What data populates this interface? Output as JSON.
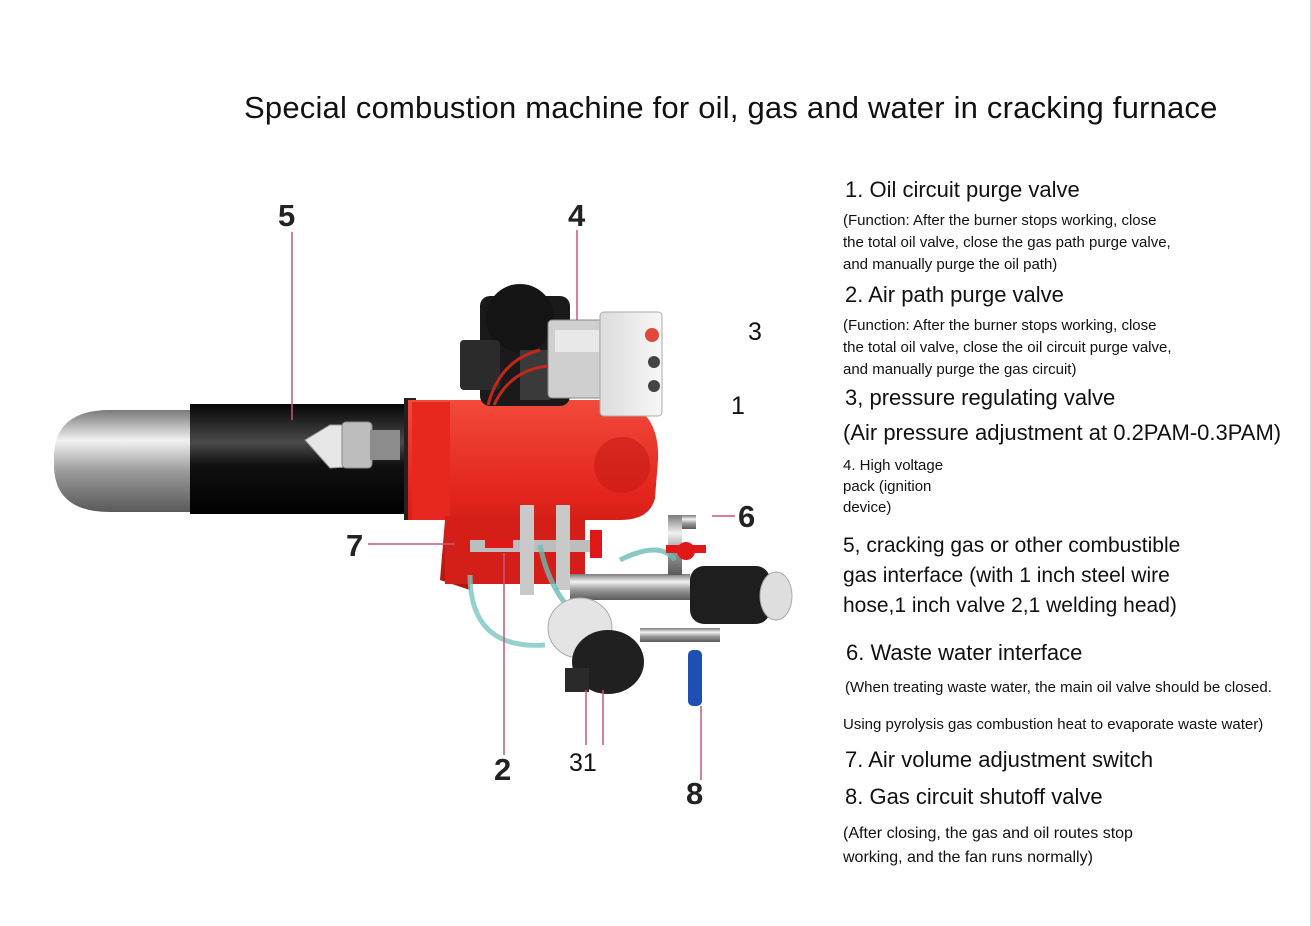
{
  "title": "Special combustion machine for oil, gas and water in cracking furnace",
  "callouts": {
    "n5": "5",
    "n4": "4",
    "n3": "3",
    "n1": "1",
    "n6": "6",
    "n7": "7",
    "n2": "2",
    "n31": "31",
    "n8": "8"
  },
  "labels": {
    "l1_heading": "1. Oil circuit purge valve",
    "l1_desc": "(Function: After the burner stops working, close the total oil valve, close the gas path purge valve, and manually purge the oil path)",
    "l2_heading": "2. Air path purge valve",
    "l2_desc": "(Function: After the burner stops working, close the total oil valve, close the oil circuit purge valve, and manually purge the gas circuit)",
    "l3_heading": "3, pressure regulating valve",
    "l3_desc": "(Air pressure adjustment at 0.2PAM-0.3PAM)",
    "l4_desc": "4. High voltage pack (ignition device)",
    "l5_desc": "5, cracking gas or other combustible gas interface (with 1 inch steel wire hose,1 inch valve 2,1 welding head)",
    "l6_heading": "6. Waste water interface",
    "l6_desc1": "(When treating waste water, the main oil valve should be closed.",
    "l6_desc2": "Using pyrolysis gas combustion heat to evaporate waste water)",
    "l7_heading": "7. Air volume adjustment switch",
    "l8_heading": "8. Gas circuit shutoff valve",
    "l8_desc": "(After closing, the gas and oil routes stop working, and the fan runs normally)"
  },
  "colors": {
    "body_red": "#e3241c",
    "leader_line": "#c8557a",
    "tube_black": "#1c1c1c",
    "steel": "#c9c9c9"
  }
}
